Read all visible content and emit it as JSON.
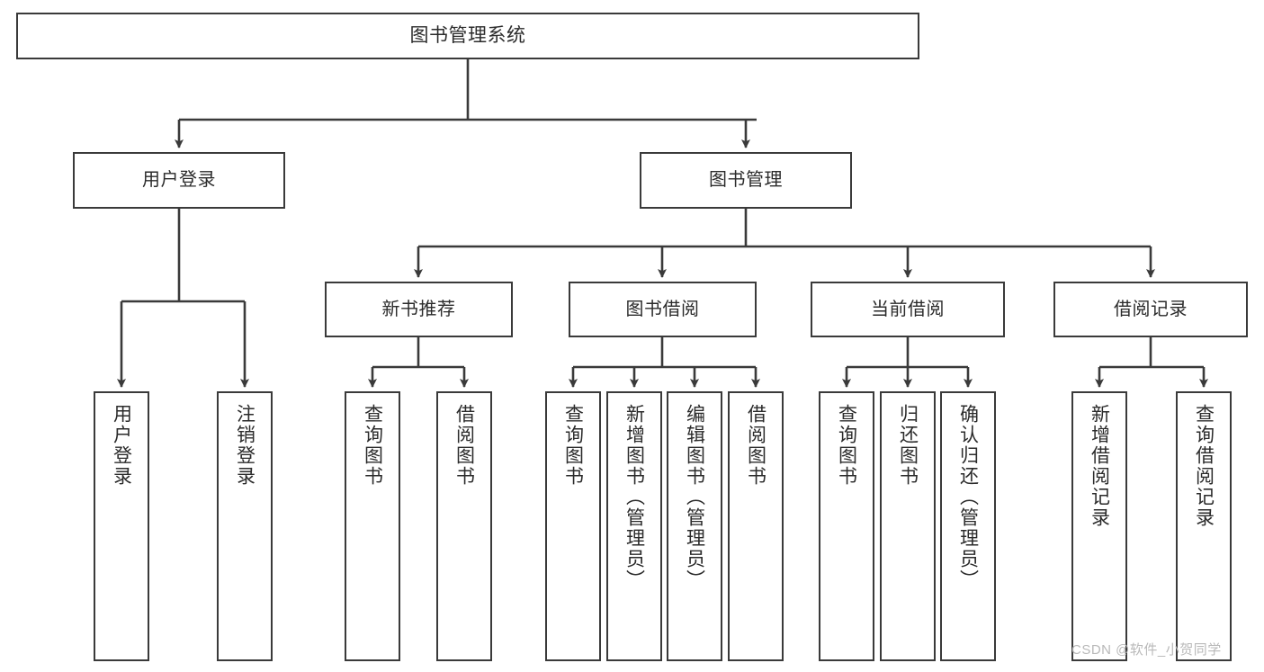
{
  "diagram": {
    "type": "tree-hierarchy",
    "title": "图书管理系统",
    "colors": {
      "box_border": "#3a3a3a",
      "box_fill": "#ffffff",
      "edge": "#3a3a3a",
      "text": "#2b2b2b",
      "watermark": "#b9b9b9"
    },
    "levels": {
      "level1": [
        "图书管理系统"
      ],
      "level2": [
        "用户登录",
        "图书管理"
      ],
      "level3": [
        "新书推荐",
        "图书借阅",
        "当前借阅",
        "借阅记录"
      ],
      "level4": [
        "用户登录",
        "注销登录",
        "查询图书",
        "借阅图书",
        "查询图书",
        "新增图书（管理员）",
        "编辑图书（管理员）",
        "借阅图书",
        "查询图书",
        "归还图书",
        "确认归还（管理员）",
        "新增借阅记录",
        "查询借阅记录"
      ]
    },
    "nodes": {
      "root": {
        "label": "图书管理系统"
      },
      "user_login": {
        "label": "用户登录"
      },
      "book_manage": {
        "label": "图书管理"
      },
      "new_book_rec": {
        "label": "新书推荐"
      },
      "book_borrow": {
        "label": "图书借阅"
      },
      "current_borrow": {
        "label": "当前借阅"
      },
      "borrow_record": {
        "label": "借阅记录"
      },
      "leaf_user_login": {
        "label": "用户登录"
      },
      "leaf_user_logout": {
        "label": "注销登录"
      },
      "leaf_rec_query": {
        "label": "查询图书"
      },
      "leaf_rec_borrow": {
        "label": "借阅图书"
      },
      "leaf_borrow_query": {
        "label": "查询图书"
      },
      "leaf_borrow_add": {
        "label": "新增图书（管理员）"
      },
      "leaf_borrow_edit": {
        "label": "编辑图书（管理员）"
      },
      "leaf_borrow_do": {
        "label": "借阅图书"
      },
      "leaf_cur_query": {
        "label": "查询图书"
      },
      "leaf_cur_return": {
        "label": "归还图书"
      },
      "leaf_cur_confirm": {
        "label": "确认归还（管理员）"
      },
      "leaf_rec_add": {
        "label": "新增借阅记录"
      },
      "leaf_rec_search": {
        "label": "查询借阅记录"
      }
    },
    "watermark": "CSDN @软件_小贺同学"
  }
}
